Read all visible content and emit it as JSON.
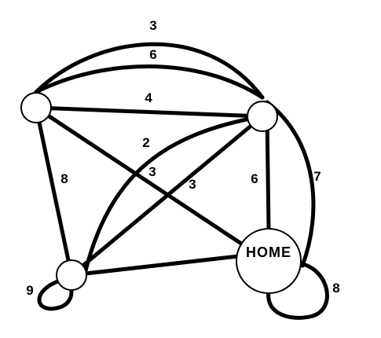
{
  "graph": {
    "nodes": {
      "top_left": {
        "label": ""
      },
      "top_right": {
        "label": ""
      },
      "bottom_left": {
        "label": ""
      },
      "home": {
        "label": "HOME"
      }
    },
    "edges": [
      {
        "id": "tl-tr-outer",
        "from": "top_left",
        "to": "top_right",
        "weight": "3"
      },
      {
        "id": "tl-tr-middle",
        "from": "top_left",
        "to": "top_right",
        "weight": "6"
      },
      {
        "id": "tl-tr-straight",
        "from": "top_left",
        "to": "top_right",
        "weight": "4"
      },
      {
        "id": "tl-bl",
        "from": "top_left",
        "to": "bottom_left",
        "weight": "8"
      },
      {
        "id": "tr-bl-curve",
        "from": "top_right",
        "to": "bottom_left",
        "weight": "2"
      },
      {
        "id": "tl-home",
        "from": "top_left",
        "to": "home",
        "weight": "3"
      },
      {
        "id": "tr-bl-straight",
        "from": "top_right",
        "to": "bottom_left",
        "weight": "3"
      },
      {
        "id": "tr-home-straight",
        "from": "top_right",
        "to": "home",
        "weight": "6"
      },
      {
        "id": "tr-home-curve",
        "from": "top_right",
        "to": "home",
        "weight": "7"
      },
      {
        "id": "bl-home",
        "from": "bottom_left",
        "to": "home",
        "weight": ""
      },
      {
        "id": "bl-loop",
        "from": "bottom_left",
        "to": "bottom_left",
        "weight": "9"
      },
      {
        "id": "home-loop",
        "from": "home",
        "to": "home",
        "weight": "8"
      }
    ]
  }
}
